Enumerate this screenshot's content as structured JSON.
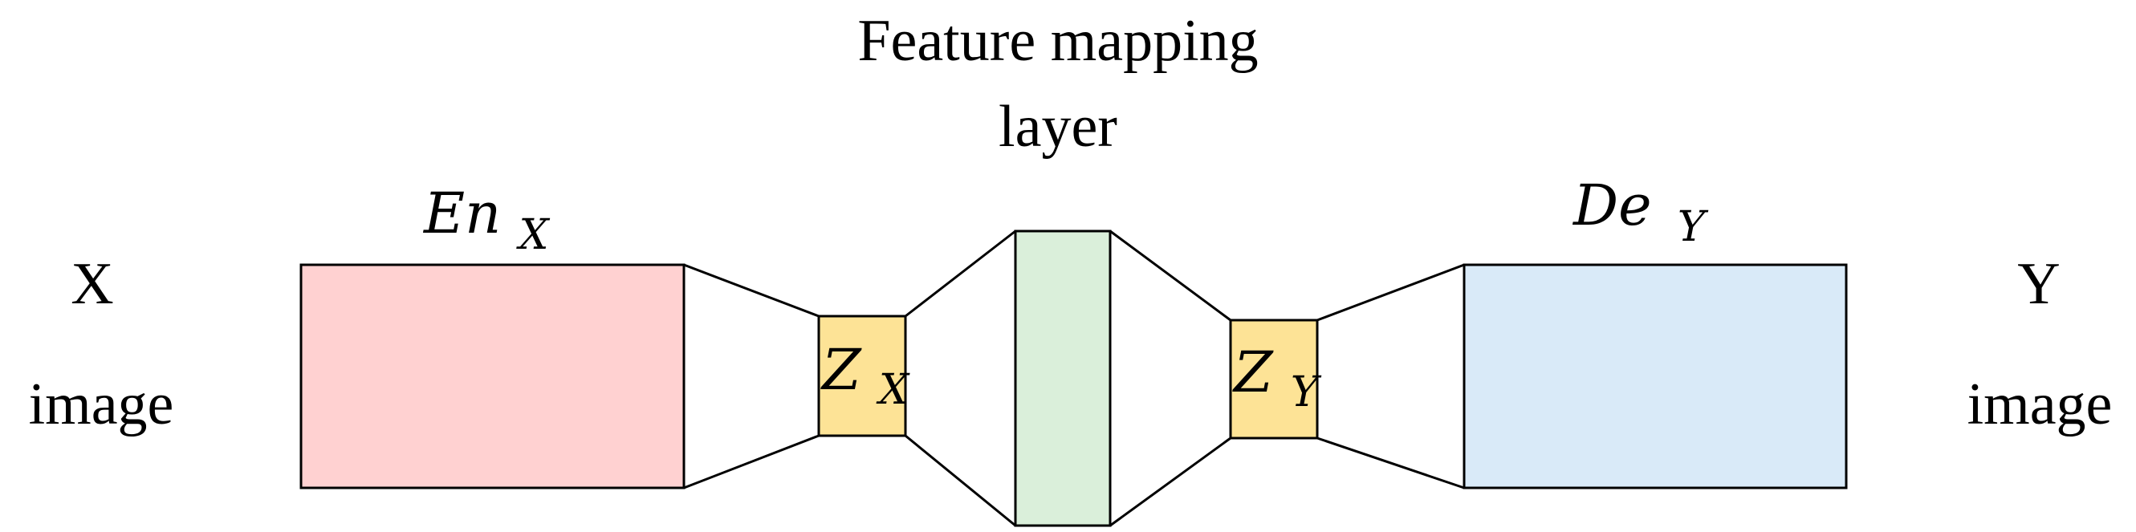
{
  "title": {
    "line1": "Feature mapping",
    "line2": "layer"
  },
  "input": {
    "symbol": "X",
    "label": "image"
  },
  "output": {
    "symbol": "Y",
    "label": "image"
  },
  "encoder": {
    "base": "En",
    "subscript": "X",
    "color": "#ffd1d1"
  },
  "latent_x": {
    "base": "Z",
    "subscript": "X",
    "color": "#fde396"
  },
  "mapping_layer": {
    "color": "#daefda"
  },
  "latent_y": {
    "base": "Z",
    "subscript": "Y",
    "color": "#fde396"
  },
  "decoder": {
    "base": "De",
    "subscript": "Y",
    "color": "#d9eaf8"
  }
}
